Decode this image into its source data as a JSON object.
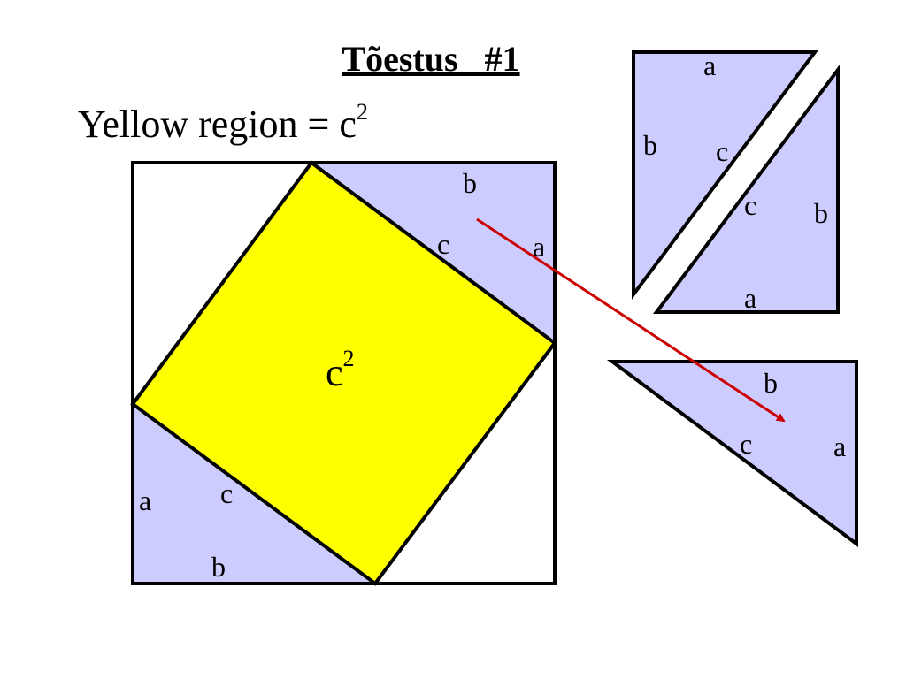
{
  "title": "Tõestus   #1",
  "subtitle": {
    "text": "Yellow region = c",
    "exponent": "2"
  },
  "center_label": {
    "base": "c",
    "exponent": "2"
  },
  "colors": {
    "yellow": "#ffff00",
    "lavender": "#ccccff",
    "outline": "#000000",
    "arrow": "#cc0000"
  },
  "labels": {
    "top_right_triangle": {
      "b": "b",
      "c": "c",
      "a": "a"
    },
    "bottom_left_triangle": {
      "a": "a",
      "c": "c",
      "b": "b"
    },
    "upper_piece_left": {
      "a": "a",
      "b": "b",
      "c": "c"
    },
    "upper_piece_right": {
      "c": "c",
      "b": "b",
      "a": "a"
    },
    "lower_piece": {
      "b": "b",
      "c": "c",
      "a": "a"
    }
  }
}
